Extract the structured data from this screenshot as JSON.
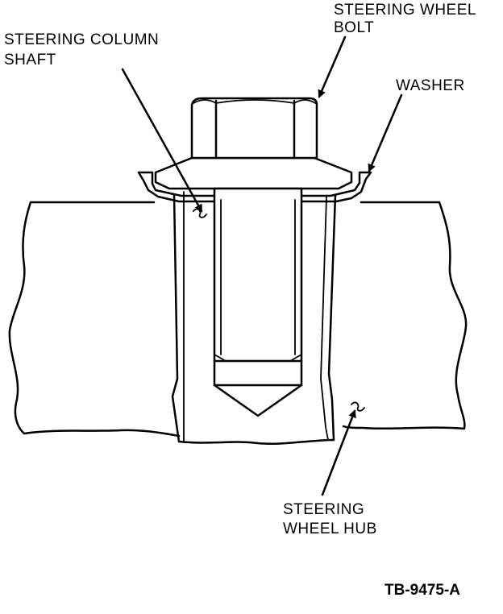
{
  "labels": {
    "bolt": [
      "STEERING WHEEL",
      "BOLT"
    ],
    "shaft": [
      "STEERING COLUMN",
      "SHAFT"
    ],
    "washer": "WASHER",
    "hub": [
      "STEERING",
      "WHEEL HUB"
    ]
  },
  "figure_code": "TB-9475-A",
  "colors": {
    "ink": "#000000",
    "paper": "#ffffff"
  }
}
